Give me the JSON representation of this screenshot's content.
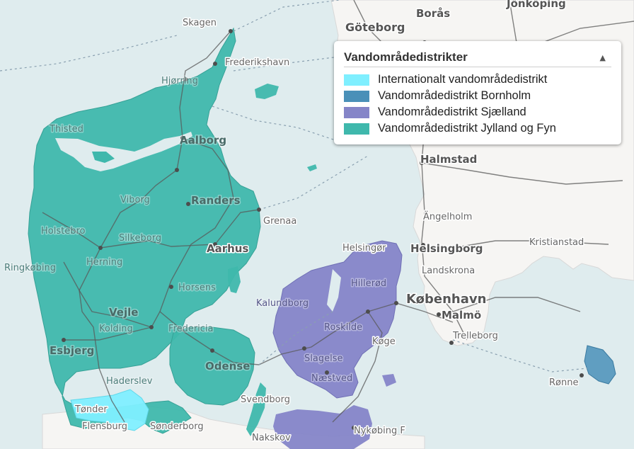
{
  "legend": {
    "title": "Vandområdedistrikter",
    "toggle_icon": "chevron-up-icon",
    "items": [
      {
        "label": "Internationalt vandområdedistrikt",
        "color": "#7fefff"
      },
      {
        "label": "Vandområdedistrikt Bornholm",
        "color": "#4a90b8"
      },
      {
        "label": "Vandområdedistrikt Sjælland",
        "color": "#8585c8"
      },
      {
        "label": "Vandområdedistrikt Jylland og Fyn",
        "color": "#3fb8ac"
      }
    ]
  },
  "places": {
    "skagen": "Skagen",
    "frederikshavn": "Frederikshavn",
    "hjorring": "Hjørring",
    "thisted": "Thisted",
    "aalborg": "Aalborg",
    "viborg": "Viborg",
    "randers": "Randers",
    "grenaa": "Grenaa",
    "holstebro": "Holstebro",
    "silkeborg": "Silkeborg",
    "aarhus": "Aarhus",
    "ringkobing": "Ringkøbing",
    "herning": "Herning",
    "horsens": "Horsens",
    "vejle": "Vejle",
    "kolding": "Kolding",
    "fredericia": "Fredericia",
    "esbjerg": "Esbjerg",
    "odense": "Odense",
    "haderslev": "Haderslev",
    "svendborg": "Svendborg",
    "tonder": "Tønder",
    "flensburg": "Flensburg",
    "sonderborg": "Sønderborg",
    "nakskov": "Nakskov",
    "nykobing": "Nykøbing F",
    "kalundborg": "Kalundborg",
    "roskilde": "Roskilde",
    "koge": "Køge",
    "slagelse": "Slagelse",
    "naestved": "Næstved",
    "hillerod": "Hillerød",
    "helsingor": "Helsingør",
    "helsingborg": "Helsingborg",
    "landskrona": "Landskrona",
    "kobenhavn": "København",
    "malmo": "Malmö",
    "trelleborg": "Trelleborg",
    "ronne": "Rønne",
    "halmstad": "Halmstad",
    "angelholm": "Ängelholm",
    "kristianstad": "Kristianstad",
    "goteborg": "Göteborg",
    "boras": "Borås",
    "jonkoping": "Jönköping"
  }
}
